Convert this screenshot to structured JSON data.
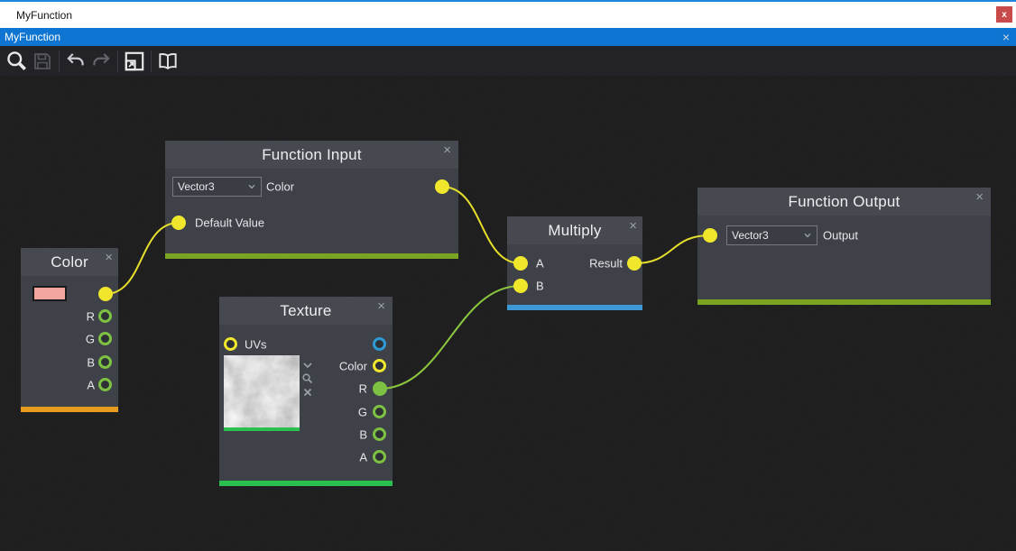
{
  "window": {
    "title": "MyFunction",
    "close": "x"
  },
  "tab": {
    "title": "MyFunction",
    "close": "×"
  },
  "toolbar": {
    "icons": [
      "search",
      "save",
      "undo",
      "redo",
      "zoom-to-fit",
      "documentation"
    ]
  },
  "palette": {
    "titlebar_blue": "#0e76d2",
    "canvas_bg": "#1c1c1d",
    "toolbar_bg": "#232327",
    "node_body": "#3e4248",
    "node_header": "#46494f",
    "pin_yellow": "#f0e72c",
    "pin_green": "#7dc242",
    "pin_blue": "#2d9ad6",
    "wire_yellow": "#e6df2b",
    "wire_green": "#8cc63f"
  },
  "nodes": {
    "function_input": {
      "title": "Function Input",
      "close": "×",
      "type_dropdown": {
        "value": "Vector3"
      },
      "output_pin": {
        "label": "Color",
        "color": "#f0e72c"
      },
      "input_pin": {
        "label": "Default Value",
        "color": "#f0e72c"
      },
      "accent": "#79a321"
    },
    "color": {
      "title": "Color",
      "close": "×",
      "swatch_color": "#f2a69f",
      "output_pin": {
        "color": "#f0e72c"
      },
      "channel_pins": [
        {
          "label": "R",
          "color": "#7dc242"
        },
        {
          "label": "G",
          "color": "#7dc242"
        },
        {
          "label": "B",
          "color": "#7dc242"
        },
        {
          "label": "A",
          "color": "#7dc242"
        }
      ],
      "accent": "#e79c1e"
    },
    "texture": {
      "title": "Texture",
      "close": "×",
      "uvs_pin": {
        "label": "UVs",
        "color": "#f0e72c"
      },
      "extra_pin": {
        "color": "#2d9ad6"
      },
      "output_pins": [
        {
          "label": "Color",
          "color": "#f0e72c",
          "filled": false
        },
        {
          "label": "R",
          "color": "#7dc242",
          "filled": true
        },
        {
          "label": "G",
          "color": "#7dc242",
          "filled": false
        },
        {
          "label": "B",
          "color": "#7dc242",
          "filled": false
        },
        {
          "label": "A",
          "color": "#7dc242",
          "filled": false
        }
      ],
      "accent": "#2abf4f"
    },
    "multiply": {
      "title": "Multiply",
      "close": "×",
      "input_pins": [
        {
          "label": "A",
          "color": "#f0e72c"
        },
        {
          "label": "B",
          "color": "#f0e72c"
        }
      ],
      "output_pin": {
        "label": "Result",
        "color": "#f0e72c"
      },
      "accent": "#3e9ad6"
    },
    "function_output": {
      "title": "Function Output",
      "close": "×",
      "type_dropdown": {
        "value": "Vector3"
      },
      "input_pin": {
        "label": "Output",
        "color": "#f0e72c"
      },
      "accent": "#79a321"
    }
  },
  "wires": [
    {
      "from": "color.output",
      "to": "function_input.default_value",
      "color": "#e6df2b"
    },
    {
      "from": "function_input.color",
      "to": "multiply.a",
      "color": "#e6df2b"
    },
    {
      "from": "texture.r",
      "to": "multiply.b",
      "color": "#8cc63f"
    },
    {
      "from": "multiply.result",
      "to": "function_output.input",
      "color": "#e6df2b"
    }
  ]
}
